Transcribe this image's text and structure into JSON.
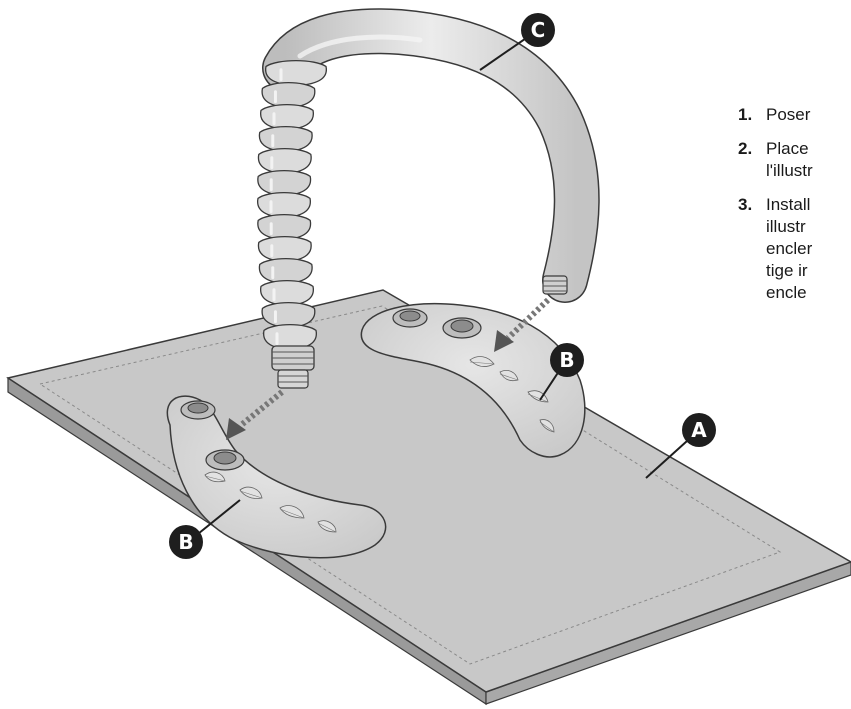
{
  "callouts": {
    "mat": "A",
    "base_right": "B",
    "base_left": "B",
    "hose": "C"
  },
  "instructions": {
    "steps": [
      {
        "number": "1.",
        "lines": [
          "Poser"
        ]
      },
      {
        "number": "2.",
        "lines": [
          "Place",
          "l'illustr"
        ]
      },
      {
        "number": "3.",
        "lines": [
          "Install",
          "illustr",
          "encler",
          "tige ir",
          "encle"
        ]
      }
    ]
  },
  "colors": {
    "mat_fill": "#c8c8c8",
    "object_fill": "#d9d9d9",
    "outline": "#3a3a3a",
    "callout_fill": "#1e1e1e",
    "arrow": "#555555"
  }
}
